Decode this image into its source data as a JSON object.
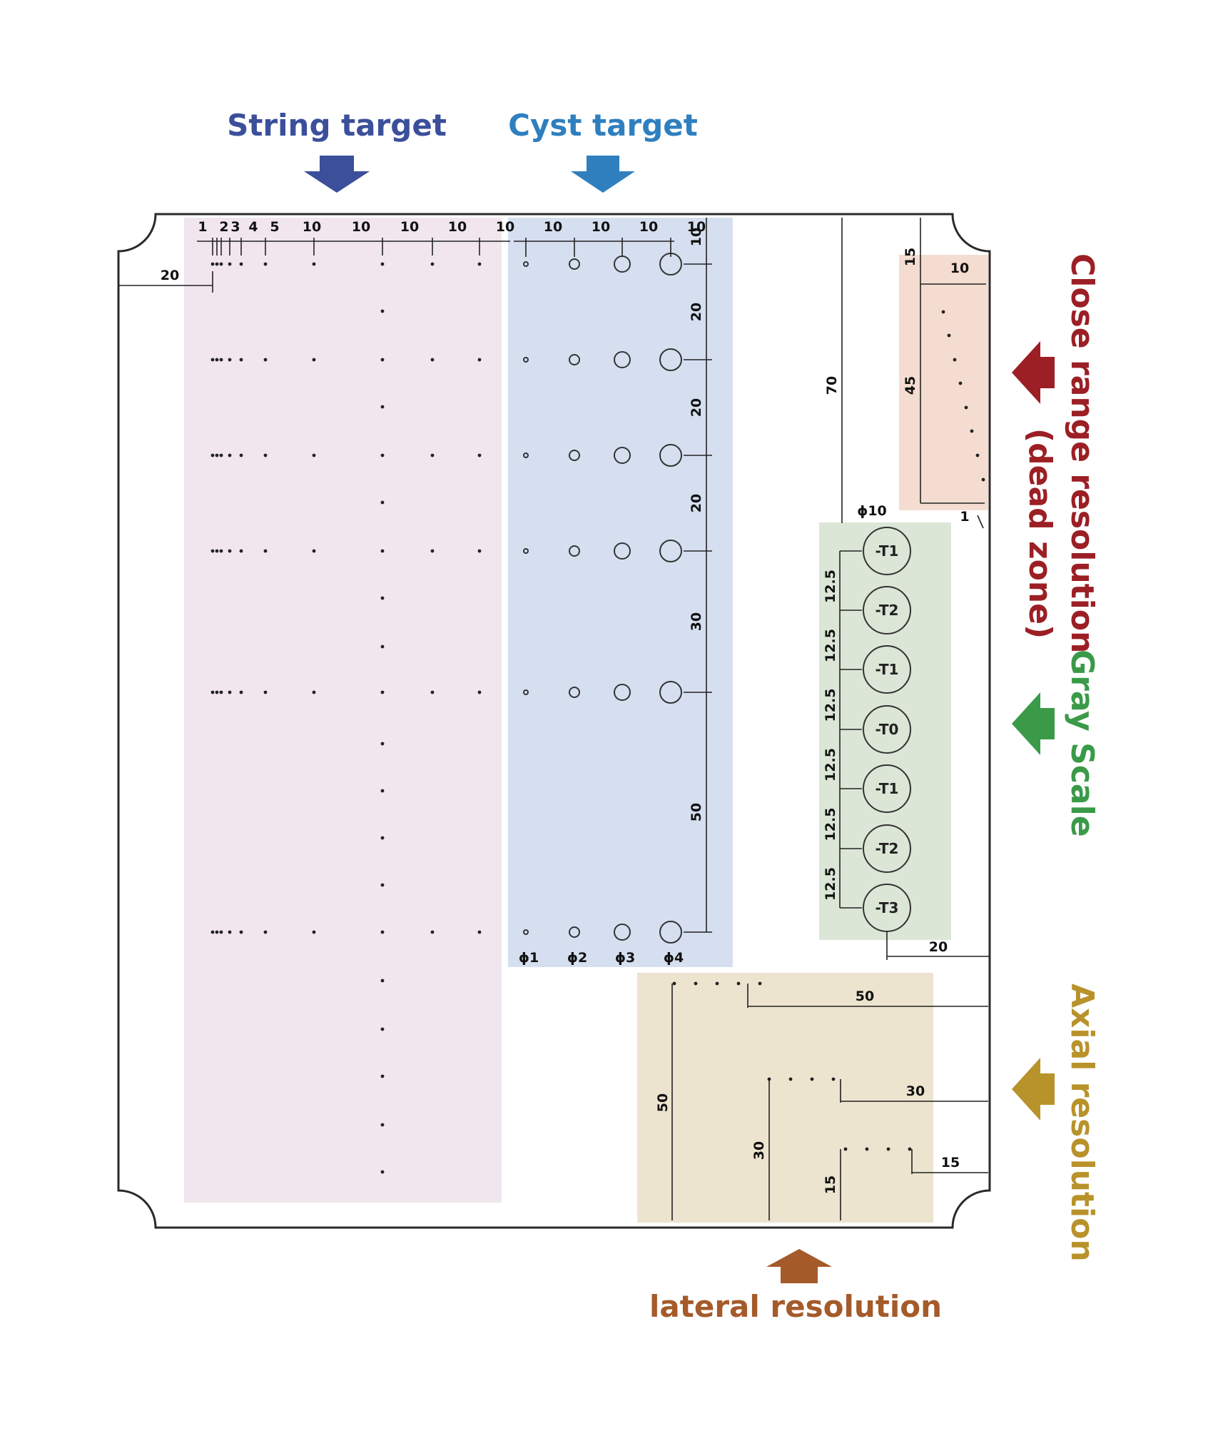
{
  "labels": {
    "string_target": "String target",
    "cyst_target": "Cyst target",
    "close_range_line1": "Close range resolution",
    "close_range_line2": "(dead zone)",
    "gray_scale": "Gray Scale",
    "axial_resolution": "Axial resolution",
    "lateral_resolution": "lateral resolution"
  },
  "colors": {
    "string_label": "#3b4f9b",
    "cyst_label": "#2f7fbf",
    "close_range_label": "#9b1f24",
    "gray_scale_label": "#3a9a48",
    "axial_label": "#b8922a",
    "lateral_label": "#a55a2a",
    "string_region": "#f1e6ee",
    "cyst_region": "#d6dff0",
    "close_range_region": "#f4ddd0",
    "gray_scale_region": "#dbe6d7",
    "axial_region": "#ede4cf"
  },
  "string_target": {
    "spacing_labels": [
      "1",
      "2",
      "3",
      "4",
      "5",
      "10",
      "10",
      "10",
      "10",
      "10"
    ],
    "left_offset": "20"
  },
  "cyst_target": {
    "spacing_labels": [
      "10",
      "10",
      "10",
      "10"
    ],
    "row_spacing_labels": [
      "10",
      "20",
      "20",
      "20",
      "30",
      "50"
    ],
    "diameter_labels": [
      "ϕ1",
      "ϕ2",
      "ϕ3",
      "ϕ4"
    ]
  },
  "vertical_dimension": "70",
  "close_range": {
    "top_label": "15",
    "width_label": "10",
    "height_label": "45",
    "bottom_label": "1"
  },
  "gray_scale": {
    "diameter_label": "ϕ10",
    "spacing_label": "12.5",
    "targets": [
      "-T1",
      "-T2",
      "-T1",
      "-T0",
      "-T1",
      "-T2",
      "-T3"
    ],
    "offset_label": "20"
  },
  "axial": {
    "dims": [
      "50",
      "30",
      "15"
    ],
    "vertical_dims": [
      "50",
      "30",
      "15"
    ]
  }
}
